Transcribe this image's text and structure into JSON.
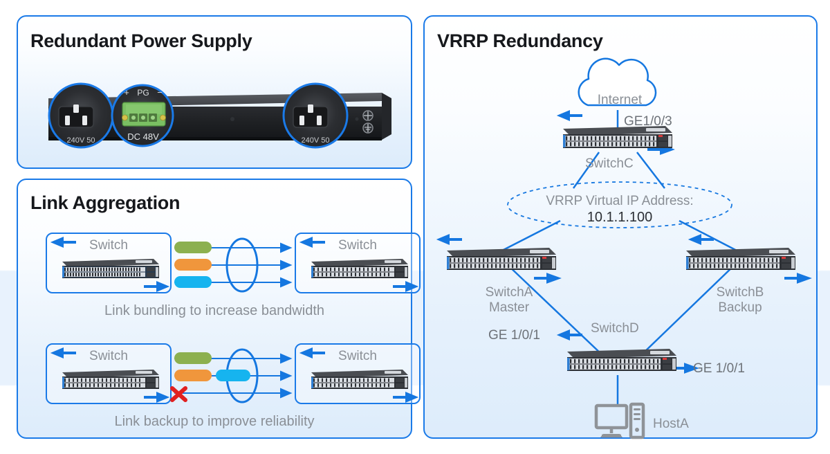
{
  "page": {
    "accent": "#1a7ae8",
    "text_gray": "#8a8f96",
    "text_dark": "#16181c"
  },
  "panels": {
    "power": {
      "title": "Redundant Power Supply",
      "callouts": [
        {
          "name": "ac-inlet-left",
          "label": "240V 50"
        },
        {
          "name": "dc-terminal",
          "label": "DC 48V",
          "pins": [
            "+",
            "PG",
            "−"
          ]
        },
        {
          "name": "ac-inlet-right",
          "label": "240V 50"
        }
      ]
    },
    "link_aggregation": {
      "title": "Link Aggregation",
      "diagrams": [
        {
          "name": "link-bundling",
          "left_switch": "Switch",
          "right_switch": "Switch",
          "caption": "Link bundling to increase bandwidth",
          "links": [
            {
              "color": "#8cb04f",
              "state": "active"
            },
            {
              "color": "#f0963c",
              "state": "active"
            },
            {
              "color": "#16b4ef",
              "state": "active"
            }
          ]
        },
        {
          "name": "link-backup",
          "left_switch": "Switch",
          "right_switch": "Switch",
          "caption": "Link backup to improve reliability",
          "links": [
            {
              "color": "#8cb04f",
              "state": "active"
            },
            {
              "color": "#f0963c",
              "state": "active",
              "secondary_color": "#16b4ef"
            },
            {
              "color": "#e02020",
              "state": "failed",
              "marker": "x-mark"
            }
          ]
        }
      ]
    },
    "vrrp": {
      "title": "VRRP Redundancy",
      "cloud": {
        "label": "Internet"
      },
      "virtual_ip": {
        "caption": "VRRP Virtual IP Address:",
        "address": "10.1.1.100"
      },
      "nodes": [
        {
          "name": "switch-c",
          "label": "SwitchC"
        },
        {
          "name": "switch-a",
          "label": "SwitchA",
          "role": "Master"
        },
        {
          "name": "switch-b",
          "label": "SwitchB",
          "role": "Backup"
        },
        {
          "name": "switch-d",
          "label": "SwitchD"
        },
        {
          "name": "host-a",
          "label": "HostA"
        }
      ],
      "port_labels": [
        {
          "name": "port-ge1-0-3",
          "text": "GE1/0/3"
        },
        {
          "name": "port-ge1-0-1-left",
          "text": "GE 1/0/1"
        },
        {
          "name": "port-ge1-0-1-right",
          "text": "GE 1/0/1"
        }
      ]
    }
  }
}
